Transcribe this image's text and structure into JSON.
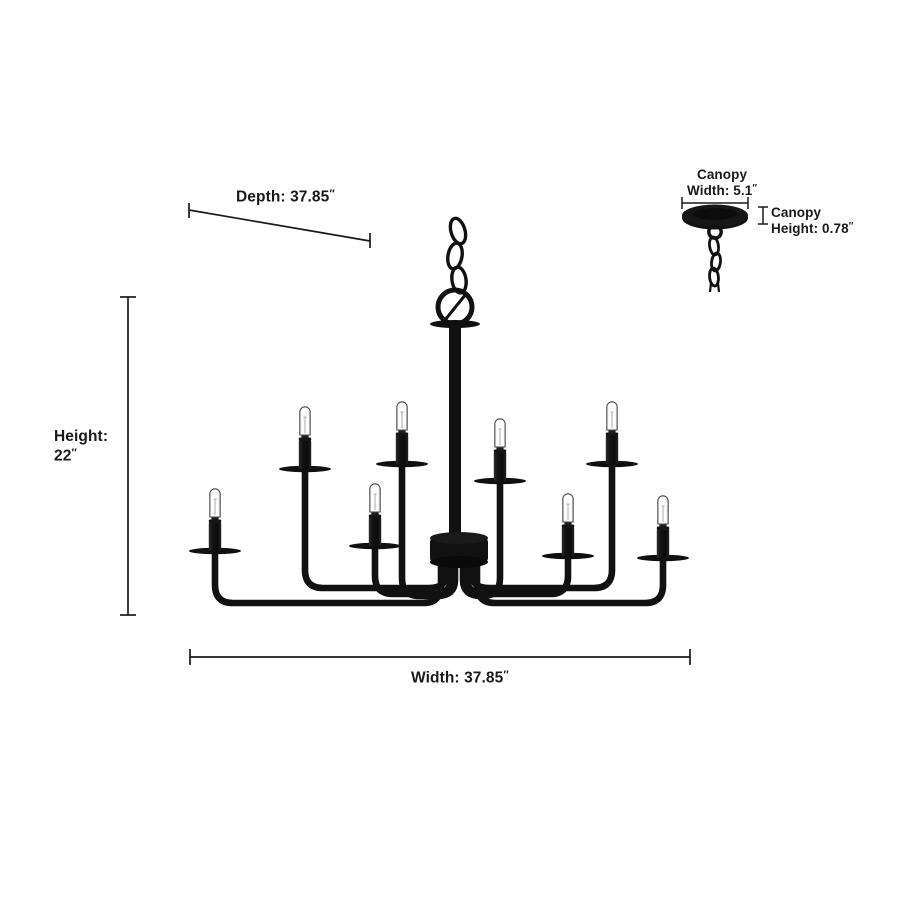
{
  "product": {
    "type": "chandelier",
    "description": "Eight-light black chandelier with chain, canopy and tubular bulbs",
    "finish_color": "#111111",
    "background_color": "#ffffff",
    "bulb_count": 8
  },
  "dimensions": {
    "depth": {
      "label": "Depth: 37.85",
      "value": 37.85,
      "unit": "″"
    },
    "height": {
      "label_line1": "Height:",
      "label_line2": "22",
      "value": 22,
      "unit": "″"
    },
    "width": {
      "label": "Width: 37.85",
      "value": 37.85,
      "unit": "″"
    },
    "canopy_width": {
      "label_line1": "Canopy",
      "label_line2": "Width: 5.1",
      "value": 5.1,
      "unit": "″"
    },
    "canopy_height": {
      "label_line1": "Canopy",
      "label_line2": "Height: 0.78",
      "value": 0.78,
      "unit": "″"
    }
  },
  "colors": {
    "line": "#1a1a1a",
    "fixture": "#111111",
    "background": "#ffffff",
    "glass": "#ffffff"
  }
}
